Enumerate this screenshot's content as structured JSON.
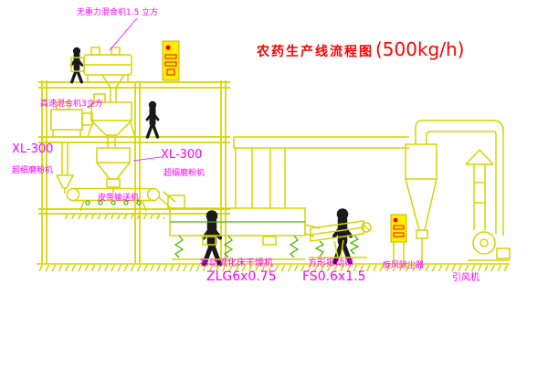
{
  "title": {
    "name": "农药生产线流程图",
    "capacity": "(500kg/h)"
  },
  "labels": {
    "gravity_mixer": "无重力混合机1.5 立方",
    "high_speed_mixer": "高速混合机3立方",
    "mill_left": {
      "model": "XL-300",
      "name": "超细磨粉机"
    },
    "mill_center": {
      "model": "XL-300",
      "name": "超细磨粉机"
    },
    "belt_conveyor": "皮带输送机",
    "dryer": {
      "name": "振动流化床干燥机",
      "model": "ZLG6x0.75"
    },
    "sieve": {
      "name": "方形振动筛",
      "model": "FS0.6x1.5"
    },
    "cyclone": "旋风除尘器",
    "fan": "引风机"
  },
  "colors": {
    "line": "#d6d400",
    "line2": "#49b800",
    "label": "#ff00ff",
    "title": "#ff0000",
    "figure": "#1a1a1a",
    "panel_fill": "#ffee00",
    "panel_border": "#c8b400",
    "panel_mark": "#ff0000",
    "background": "#ffffff"
  }
}
